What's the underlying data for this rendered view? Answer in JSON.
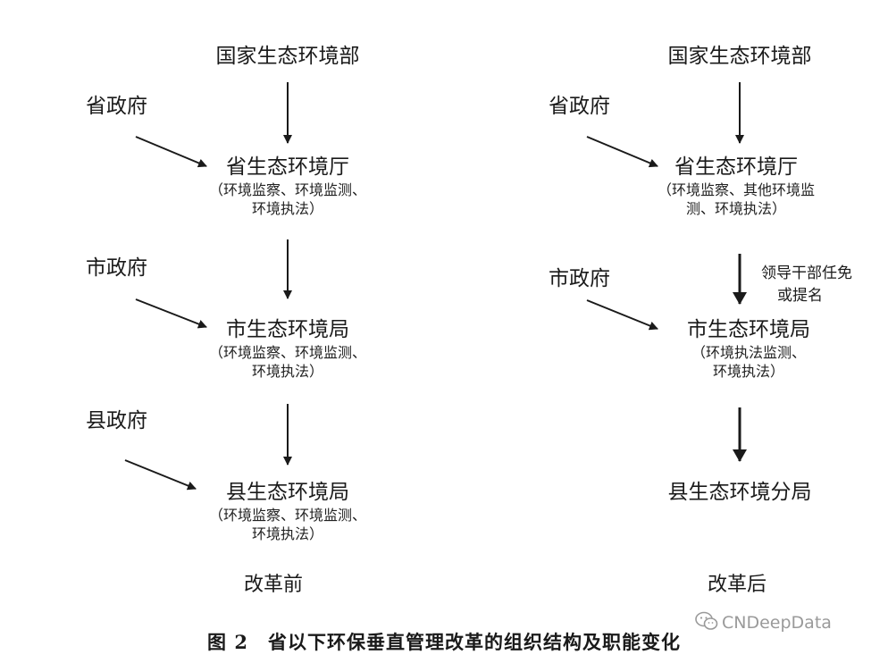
{
  "before": {
    "ministry": "国家生态环境部",
    "provincial_gov": "省政府",
    "provincial_bureau": "省生态环境厅",
    "provincial_duties_l1": "（环境监察、环境监测、",
    "provincial_duties_l2": "环境执法）",
    "city_gov": "市政府",
    "city_bureau": "市生态环境局",
    "city_duties_l1": "（环境监察、环境监测、",
    "city_duties_l2": "环境执法）",
    "county_gov": "县政府",
    "county_bureau": "县生态环境局",
    "county_duties_l1": "（环境监察、环境监测、",
    "county_duties_l2": "环境执法）",
    "label": "改革前"
  },
  "after": {
    "ministry": "国家生态环境部",
    "provincial_gov": "省政府",
    "provincial_bureau": "省生态环境厅",
    "provincial_duties_l1": "（环境监察、其他环境监",
    "provincial_duties_l2": "测、环境执法）",
    "appointment_note_l1": "领导干部任免",
    "appointment_note_l2": "或提名",
    "city_gov": "市政府",
    "city_bureau": "市生态环境局",
    "city_duties_l1": "（环境执法监测、",
    "city_duties_l2": "环境执法）",
    "county_branch": "县生态环境分局",
    "label": "改革后"
  },
  "caption": {
    "number": "图 2",
    "text": "省以下环保垂直管理改革的组织结构及职能变化"
  },
  "watermark": {
    "text": "CNDeepData",
    "icon": "wechat-icon"
  }
}
